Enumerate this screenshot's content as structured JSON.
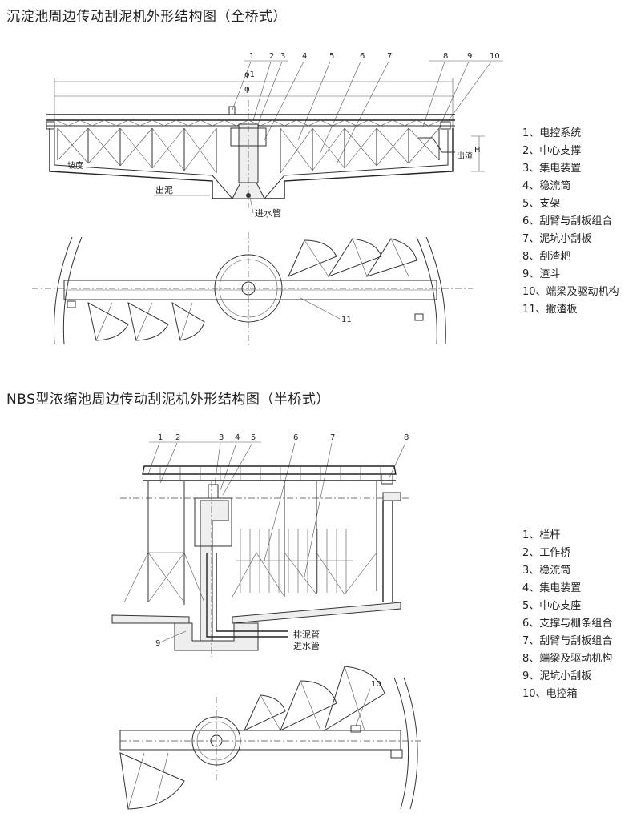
{
  "titles": {
    "full": "沉淀池周边传动刮泥机外形结构图（全桥式）",
    "half": "NBS型浓缩池周边传动刮泥机外形结构图（半桥式）"
  },
  "legend_full": [
    "1、电控系统",
    "2、中心支撑",
    "3、集电装置",
    "4、稳流筒",
    "5、支架",
    "6、刮臂与刮板组合",
    "7、泥坑小刮板",
    "8、刮渣耙",
    "9、渣斗",
    "10、端梁及驱动机构",
    "11、撇渣板"
  ],
  "legend_half": [
    "1、栏杆",
    "2、工作桥",
    "3、稳流筒",
    "4、集电装置",
    "5、中心支座",
    "6、支撑与栅条组合",
    "7、刮臂与刮板组合",
    "8、端梁及驱动机构",
    "9、泥坑小刮板",
    "10、电控箱"
  ],
  "diagram_full": {
    "numbers": [
      "1",
      "2",
      "3",
      "4",
      "5",
      "6",
      "7",
      "8",
      "9",
      "10"
    ],
    "plan_number": "11",
    "dim_phi1": "φ1",
    "dim_phi": "φ",
    "slope": "坡度",
    "sludge_out": "出泥",
    "water_in": "进水管",
    "scum_out": "出渣",
    "dim_h": "H"
  },
  "diagram_half": {
    "numbers": [
      "1",
      "2",
      "3",
      "4",
      "5",
      "6",
      "7",
      "8"
    ],
    "num_9": "9",
    "num_10": "10",
    "sludge_pipe": "排泥管",
    "water_pipe": "进水管"
  }
}
